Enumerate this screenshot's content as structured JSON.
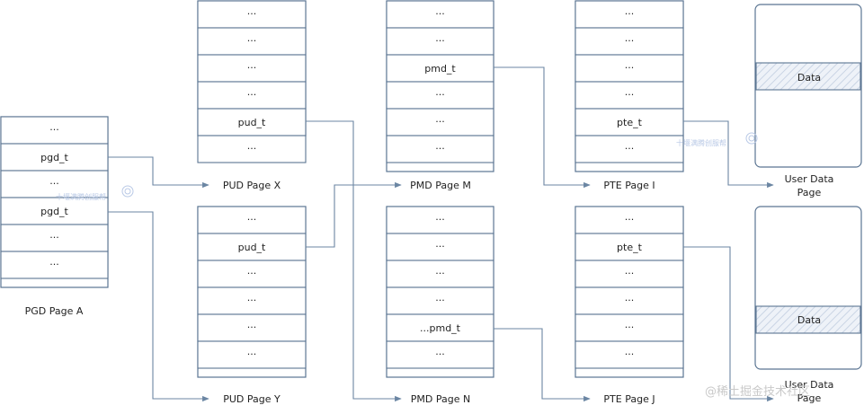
{
  "pgd": {
    "cells": [
      "...",
      "pgd_t",
      "...",
      "pgd_t",
      "...",
      "..."
    ],
    "label": "PGD Page A"
  },
  "pud_x": {
    "cells": [
      "...",
      "...",
      "...",
      "...",
      "pud_t",
      "..."
    ],
    "label": "PUD Page X"
  },
  "pud_y": {
    "cells": [
      "...",
      "pud_t",
      "...",
      "...",
      "...",
      "..."
    ],
    "label": "PUD Page Y"
  },
  "pmd_m": {
    "cells": [
      "...",
      "...",
      "pmd_t",
      "...",
      "...",
      "..."
    ],
    "label": "PMD Page M"
  },
  "pmd_n": {
    "cells": [
      "...",
      "...",
      "...",
      "...",
      "...pmd_t",
      "..."
    ],
    "label": "PMD Page N"
  },
  "pte_i": {
    "cells": [
      "...",
      "...",
      "...",
      "...",
      "pte_t",
      "..."
    ],
    "label": "PTE Page I"
  },
  "pte_j": {
    "cells": [
      "...",
      "pte_t",
      "...",
      "...",
      "...",
      "..."
    ],
    "label": "PTE Page J"
  },
  "user_top": {
    "data_label": "Data",
    "label_line1": "User Data",
    "label_line2": "Page"
  },
  "user_bottom": {
    "data_label": "Data",
    "label_line1": "User Data",
    "label_line2": "Page"
  },
  "watermark": "@稀土掘金技术社区",
  "watermark_stamp": "十堰满腾创服帮"
}
